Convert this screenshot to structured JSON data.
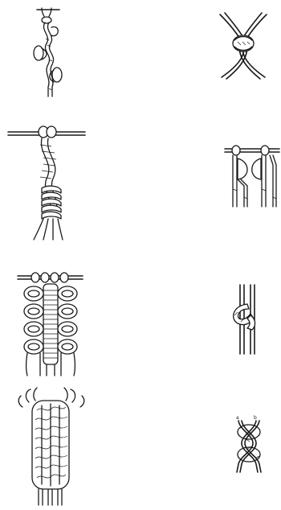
{
  "figure": {
    "panels": [
      {
        "id": "half-hitch-chain",
        "icon": "half-hitch-sinnet-icon"
      },
      {
        "id": "overhand-knot",
        "icon": "crossed-cords-knot-icon"
      },
      {
        "id": "spiral-sinnet",
        "icon": "spiral-sinnet-icon"
      },
      {
        "id": "lark-head-pair",
        "icon": "lark-head-knots-icon"
      },
      {
        "id": "picot-square-sinnet",
        "icon": "picot-sinnet-icon"
      },
      {
        "id": "half-hitch-single",
        "icon": "single-hitch-icon"
      },
      {
        "id": "woven-sinnet",
        "icon": "woven-sinnet-icon"
      },
      {
        "id": "figure-eight",
        "icon": "figure-eight-knot-icon"
      }
    ],
    "labels": {
      "figure_eight_left": "a",
      "figure_eight_right": "b"
    },
    "colors": {
      "ink": "#1a1a1a",
      "paper": "#ffffff"
    }
  }
}
